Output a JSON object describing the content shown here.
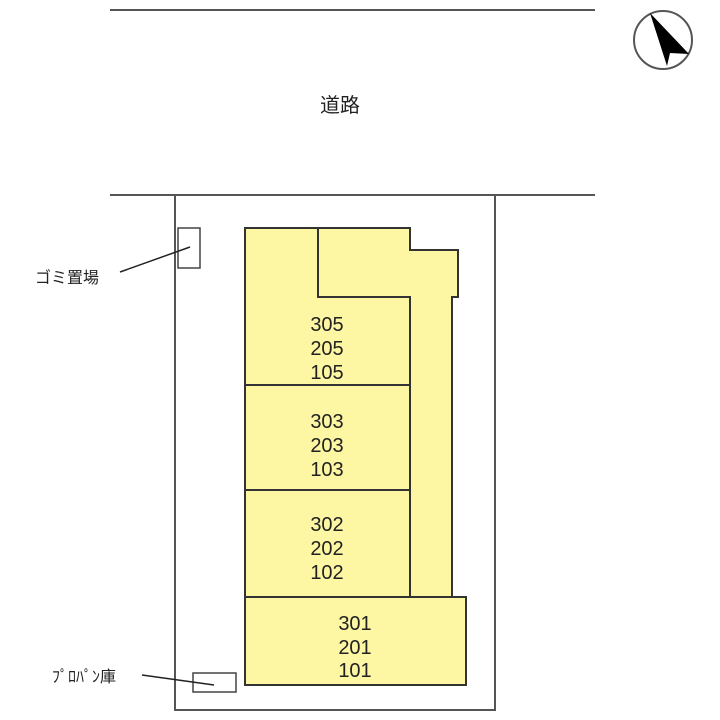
{
  "road": {
    "label": "道路"
  },
  "labels": {
    "garbage": "ゴミ置場",
    "propane": "ﾌﾟﾛﾊﾟﾝ庫"
  },
  "north_arrow": {
    "icon": "north-arrow-icon"
  },
  "colors": {
    "building_fill": "#fdf6a3",
    "line": "#444444"
  },
  "units": [
    {
      "lines": [
        "305",
        "205",
        "105"
      ]
    },
    {
      "lines": [
        "303",
        "203",
        "103"
      ]
    },
    {
      "lines": [
        "302",
        "202",
        "102"
      ]
    },
    {
      "lines": [
        "301",
        "201",
        "101"
      ]
    }
  ]
}
